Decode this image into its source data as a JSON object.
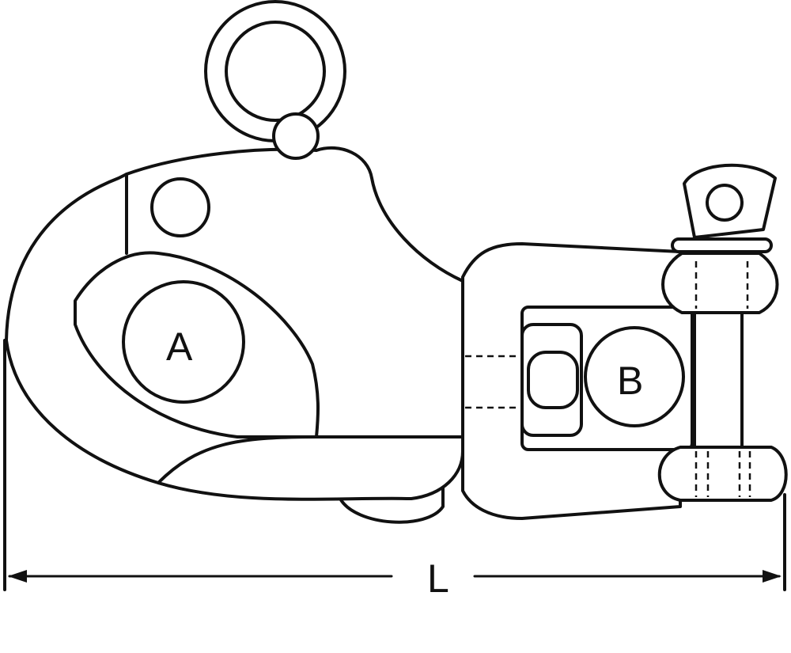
{
  "diagram": {
    "subject": "snap-shackle",
    "labels": {
      "bail_opening": "A",
      "shackle_opening": "B",
      "overall_length": "L"
    },
    "colors": {
      "line": "#111111",
      "background": "#ffffff"
    }
  }
}
